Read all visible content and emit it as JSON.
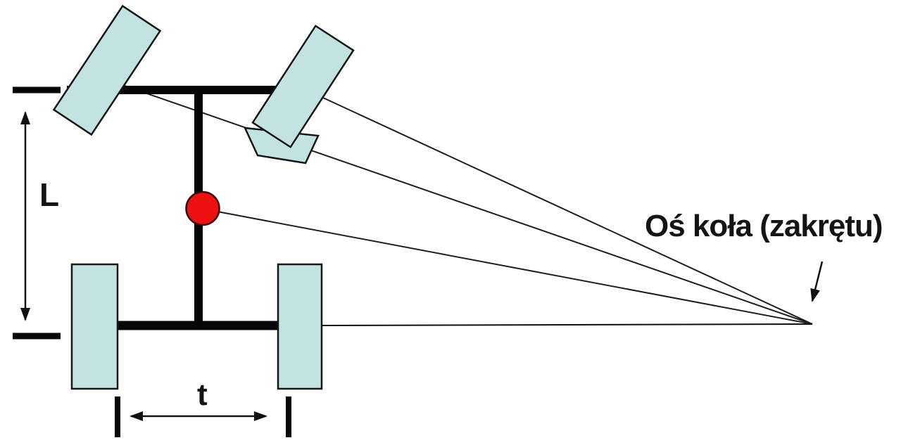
{
  "diagram": {
    "type": "ackermann-steering-geometry",
    "labels": {
      "wheelbase": "L",
      "track": "t",
      "turning_axis": "Oś koła (zakrętu)"
    },
    "colors": {
      "wheel_fill": "#c2e3e1",
      "wheel_outline": "#161616",
      "chassis": "#070707",
      "thin_line": "#1e1e1e",
      "turn_center_fill": "#ee1111",
      "turn_center_outline": "#3d0606",
      "background": "#ffffff"
    }
  }
}
